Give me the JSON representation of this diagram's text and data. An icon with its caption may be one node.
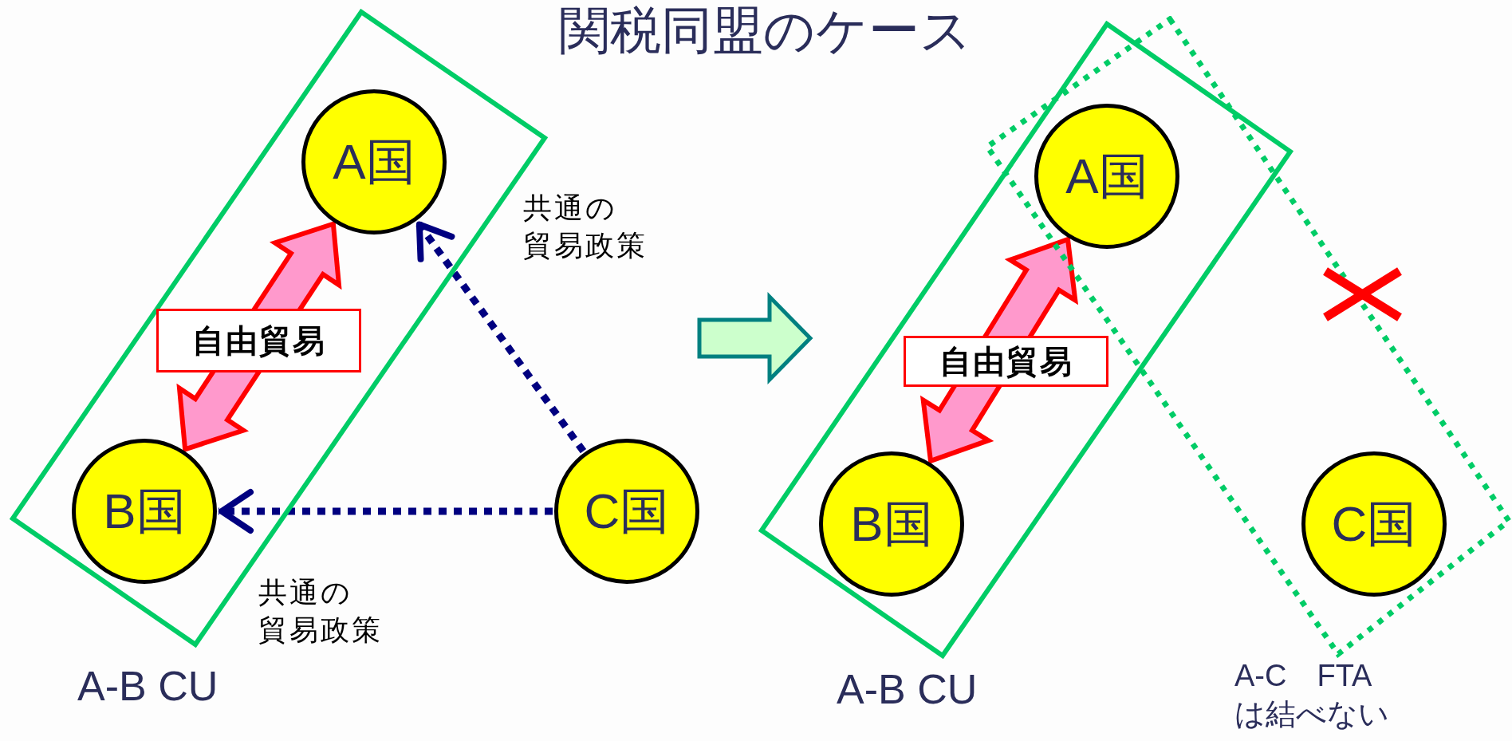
{
  "diagram": {
    "title": "関税同盟のケース",
    "nodes": [
      {
        "text": [
          "A-B CU"
        ]
      },
      {
        "text": [
          "A国"
        ],
        "in": 0
      },
      {
        "text": [
          "B国"
        ],
        "in": 0
      },
      {
        "text": [
          "C国"
        ]
      },
      {
        "text": [
          "A-B CU"
        ]
      },
      {
        "text": [
          "A-C　FTA は結べない"
        ]
      },
      {
        "text": [
          "A国"
        ]
      },
      {
        "text": [
          "B国"
        ],
        "in": 4
      },
      {
        "text": [
          "C国"
        ],
        "in": 5
      }
    ],
    "edges": [
      {
        "from": 2,
        "to": 1,
        "arrow": "both",
        "label": "自由貿易",
        "style": "thick",
        "color": "#ff0000"
      },
      {
        "from": 3,
        "to": 1,
        "arrow": "to",
        "label": "共通の貿易政策",
        "style": "dashed",
        "color": "#000080"
      },
      {
        "from": 3,
        "to": 2,
        "arrow": "to",
        "label": "共通の貿易政策",
        "style": "dashed",
        "color": "#000080"
      },
      {
        "from": 7,
        "to": 6,
        "arrow": "both",
        "label": "自由貿易",
        "style": "thick",
        "color": "#ff0000"
      }
    ]
  }
}
